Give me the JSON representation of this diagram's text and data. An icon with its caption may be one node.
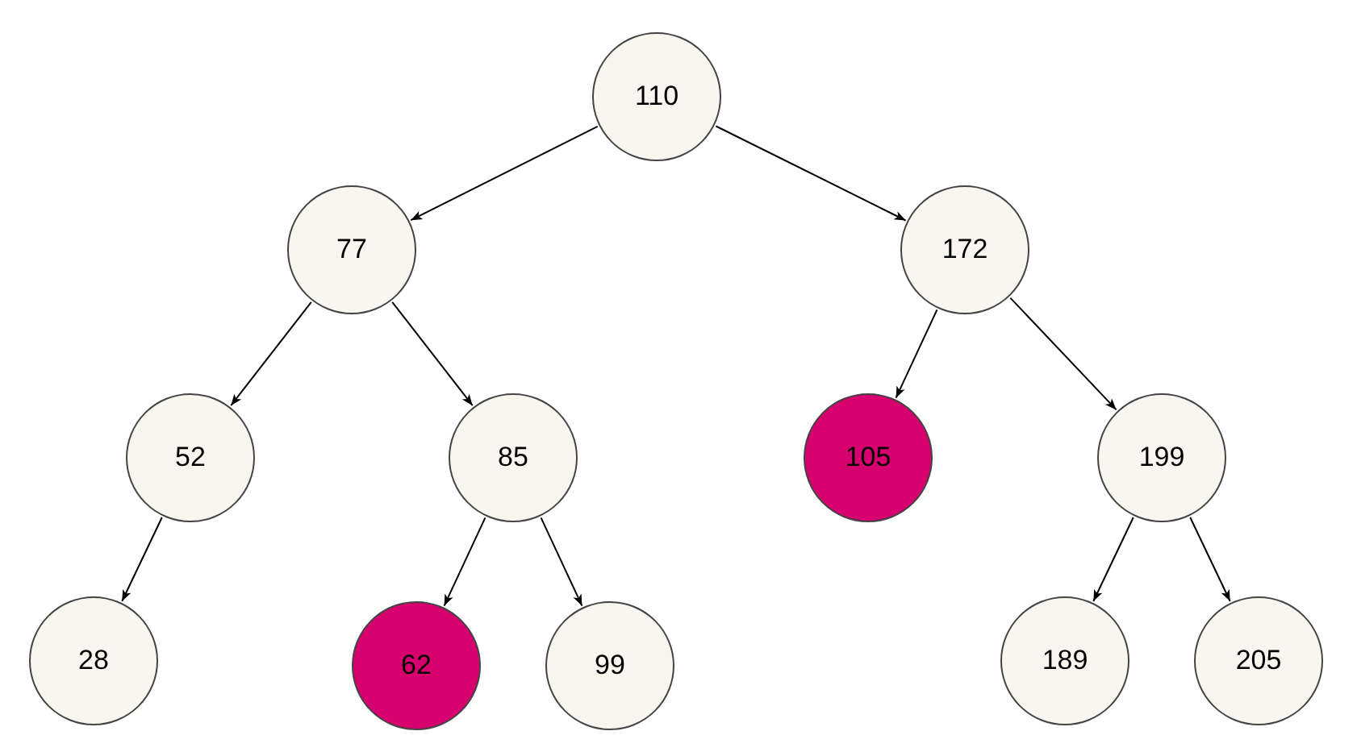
{
  "diagram": {
    "nodes": [
      {
        "text": [
          "110"
        ]
      },
      {
        "text": [
          "77"
        ]
      },
      {
        "text": [
          "172"
        ]
      },
      {
        "text": [
          "52"
        ]
      },
      {
        "text": [
          "85"
        ]
      },
      {
        "text": [
          "105"
        ]
      },
      {
        "text": [
          "199"
        ]
      },
      {
        "text": [
          "28"
        ]
      },
      {
        "text": [
          "62"
        ]
      },
      {
        "text": [
          "99"
        ]
      },
      {
        "text": [
          "189"
        ]
      },
      {
        "text": [
          "205"
        ]
      }
    ],
    "edges": [
      {
        "from": 0,
        "to": 1,
        "arrow": "to"
      },
      {
        "from": 0,
        "to": 2,
        "arrow": "to"
      },
      {
        "from": 1,
        "to": 3,
        "arrow": "to"
      },
      {
        "from": 1,
        "to": 4,
        "arrow": "to"
      },
      {
        "from": 2,
        "to": 5,
        "arrow": "to"
      },
      {
        "from": 2,
        "to": 6,
        "arrow": "to"
      },
      {
        "from": 3,
        "to": 7,
        "arrow": "to"
      },
      {
        "from": 4,
        "to": 8,
        "arrow": "to"
      },
      {
        "from": 4,
        "to": 9,
        "arrow": "to"
      },
      {
        "from": 6,
        "to": 10,
        "arrow": "to"
      },
      {
        "from": 6,
        "to": 11,
        "arrow": "to"
      }
    ]
  }
}
